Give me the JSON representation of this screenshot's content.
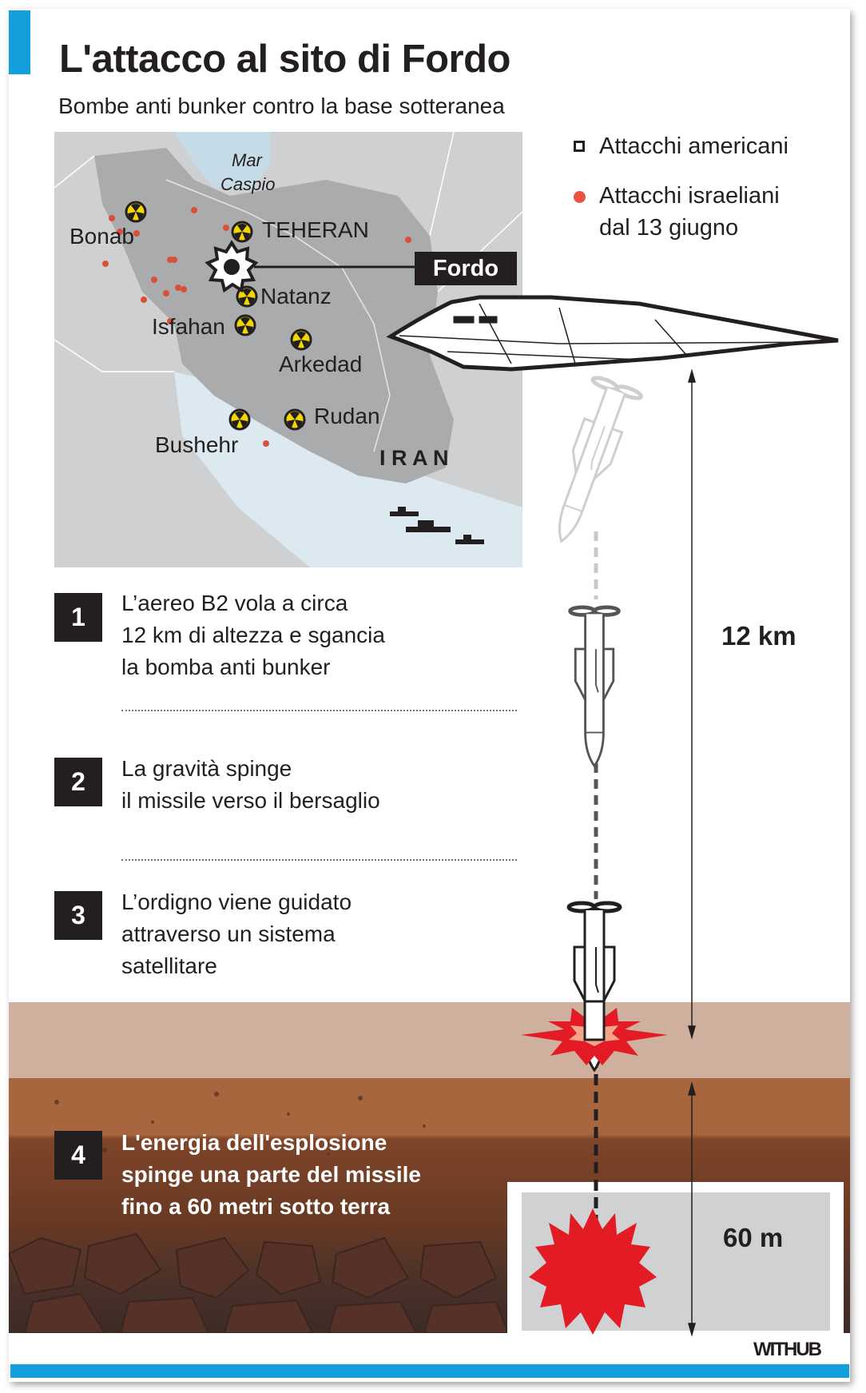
{
  "header": {
    "title": "L'attacco al sito di Fordo",
    "subtitle": "Bombe anti bunker contro la base sotteranea"
  },
  "legend": {
    "american": "Attacchi americani",
    "israeli_line1": "Attacchi israeliani",
    "israeli_line2": "dal 13 giugno"
  },
  "map": {
    "sea_line1": "Mar",
    "sea_line2": "Caspio",
    "country": "I R A N",
    "target_label": "Fordo",
    "sites": [
      "Bonab",
      "TEHERAN",
      "Natanz",
      "Isfahan",
      "Arkedad",
      "Rudan",
      "Bushehr"
    ]
  },
  "steps": [
    {
      "number": "1",
      "lines": [
        "L’aereo B2 vola a circa",
        "12 km di altezza e sgancia",
        "la bomba anti bunker"
      ]
    },
    {
      "number": "2",
      "lines": [
        "La gravità spinge",
        "il missile verso il bersaglio"
      ]
    },
    {
      "number": "3",
      "lines": [
        "L’ordigno viene guidato",
        "attraverso un sistema",
        "satellitare"
      ]
    },
    {
      "number": "4",
      "lines": [
        "L'energia dell'esplosione",
        "spinge una parte del missile",
        "fino a 60 metri sotto terra"
      ]
    }
  ],
  "measures": {
    "altitude": "12 km",
    "depth": "60 m"
  },
  "footer": {
    "brand": "WITHUB"
  },
  "colors": {
    "accent": "#129fdb",
    "dark": "#231f20",
    "explosion": "#e21b25",
    "israeli_dot": "#e8543f",
    "surface": "#cfb09f",
    "soil": "#a8663e"
  }
}
